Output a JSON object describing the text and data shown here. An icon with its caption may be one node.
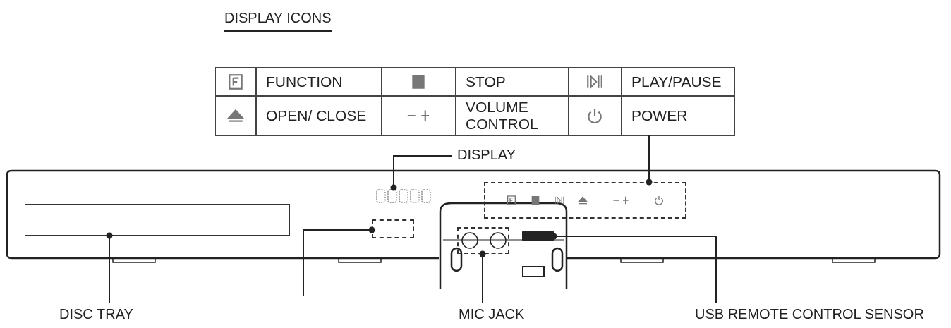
{
  "diagram": {
    "title": "DISPLAY ICONS",
    "nodes": [
      {
        "text": [
          "FUNCTION",
          "STOP",
          "PLAY/PAUSE",
          "OPEN/ CLOSE",
          "VOLUME CONTROL",
          "POWER"
        ]
      },
      {
        "text": [
          "DISPLAY"
        ]
      },
      {
        "text": [],
        "shape": "box"
      },
      {
        "text": [],
        "shape": "box"
      },
      {
        "text": [],
        "shape": "box"
      },
      {
        "text": [
          "DISC TRAY"
        ]
      },
      {
        "text": [],
        "shape": "box"
      },
      {
        "text": [],
        "shape": "box"
      },
      {
        "text": [
          "MIC JACK"
        ]
      },
      {
        "text": [],
        "shape": "box"
      },
      {
        "text": [
          "USB REMOTE CONTROL SENSOR"
        ]
      }
    ],
    "edges": [
      {
        "from": 0,
        "to": 3,
        "arrow": "other"
      },
      {
        "from": 1,
        "to": 2,
        "arrow": "other"
      },
      {
        "from": 5,
        "to": 4,
        "arrow": "other"
      },
      {
        "from": null,
        "to": 6,
        "arrow": "other"
      },
      {
        "from": 8,
        "to": 7,
        "arrow": "other"
      },
      {
        "from": 10,
        "to": 9,
        "arrow": "other"
      }
    ]
  }
}
